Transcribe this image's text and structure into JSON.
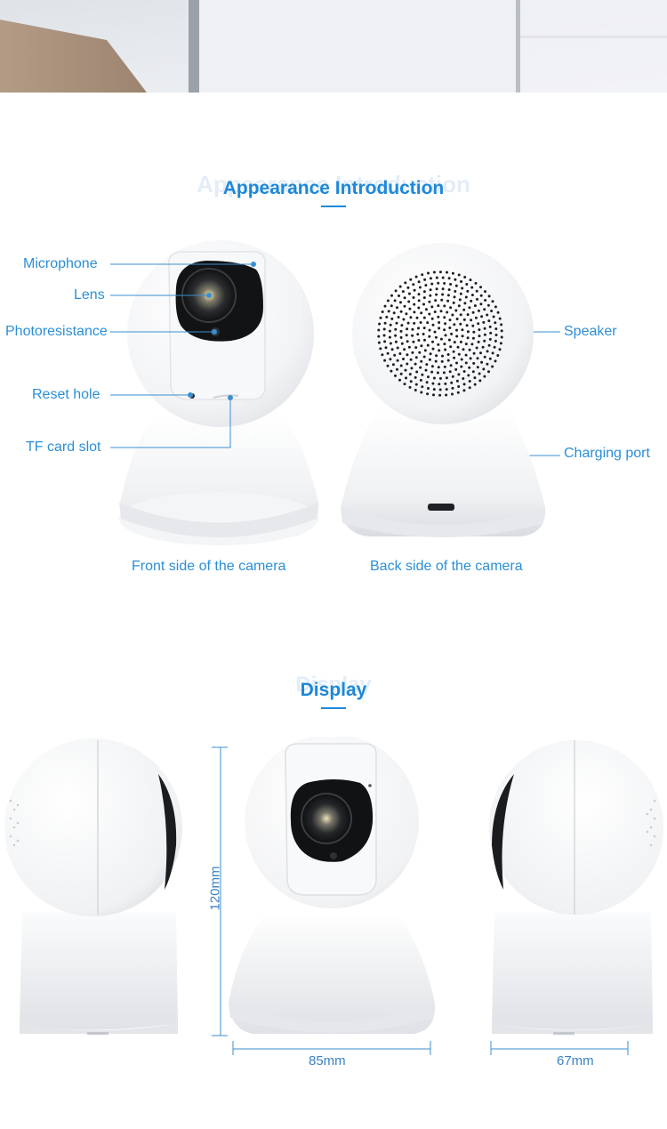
{
  "colors": {
    "accent": "#1e88d8",
    "label": "#2b8fd6",
    "camera_body": "#ffffff",
    "lens": "#15171a"
  },
  "appearance": {
    "heading": "Appearance Introduction",
    "ghost": "Appearance Introduction",
    "front_labels": {
      "microphone": "Microphone",
      "lens": "Lens",
      "photoresistance": "Photoresistance",
      "reset_hole": "Reset hole",
      "tf_card_slot": "TF card slot"
    },
    "back_labels": {
      "speaker": "Speaker",
      "charging_port": "Charging port"
    },
    "captions": {
      "front": "Front side of the camera",
      "back": "Back side of the camera"
    }
  },
  "display": {
    "heading": "Display",
    "ghost": "Display",
    "dimensions": {
      "height": "120mm",
      "front_width": "85mm",
      "side_width": "67mm"
    }
  }
}
